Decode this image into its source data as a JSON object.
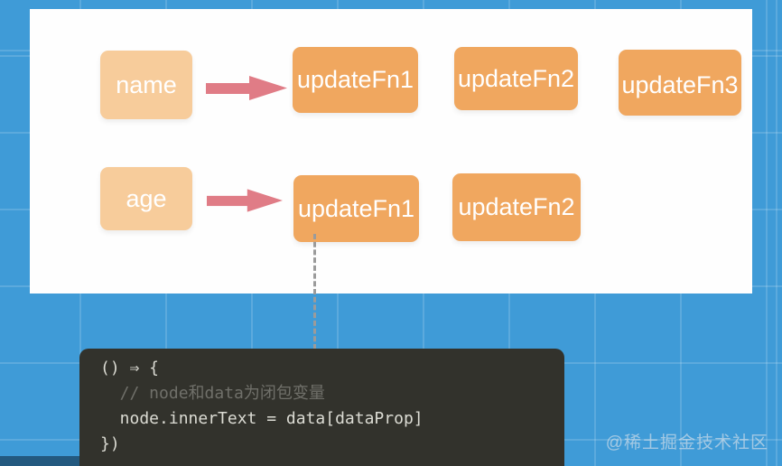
{
  "colors": {
    "background_blue": "#3F9BD7",
    "panel_white": "#FEFEFE",
    "key_box_peach": "#F7CC9B",
    "fn_box_orange": "#F0A75F",
    "arrow_pink": "#E07C86",
    "code_block_dark": "#32322C",
    "code_text": "#DCDCD4",
    "code_comment": "#70706A",
    "connector_gray": "#9B9B9B"
  },
  "diagram": {
    "rows": [
      {
        "key": {
          "label": "name"
        },
        "targets": [
          "updateFn1",
          "updateFn2",
          "updateFn3"
        ]
      },
      {
        "key": {
          "label": "age"
        },
        "targets": [
          "updateFn1",
          "updateFn2"
        ]
      }
    ]
  },
  "code_block": {
    "lines": [
      {
        "text": "() ⇒ {",
        "type": "code"
      },
      {
        "text": "  // node和data为闭包变量",
        "type": "comment"
      },
      {
        "text": "  node.innerText = data[dataProp]",
        "type": "code"
      },
      {
        "text": "})",
        "type": "code"
      }
    ]
  },
  "watermark": {
    "text": "@稀土掘金技术社区"
  }
}
